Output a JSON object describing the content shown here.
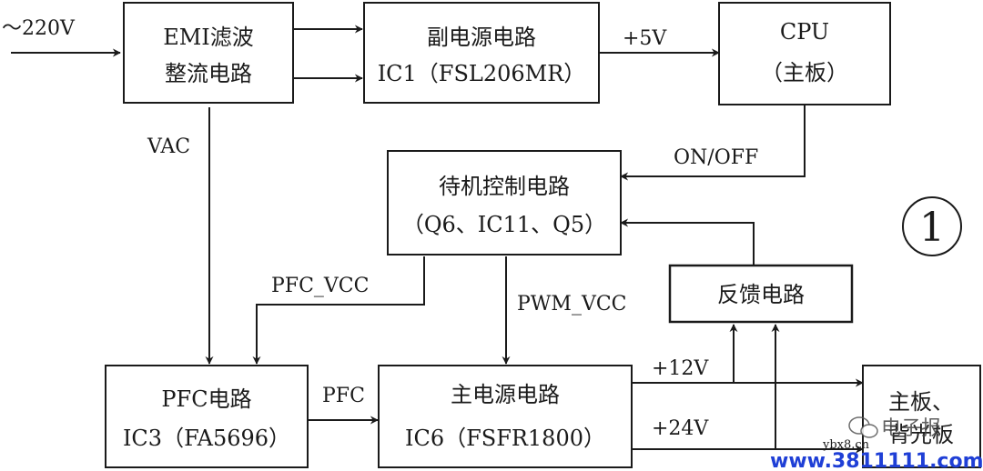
{
  "input_label": "～220V",
  "boxes": {
    "emi": {
      "line1": "EMI滤波",
      "line2": "整流电路"
    },
    "aux": {
      "line1": "副电源电路",
      "line2": "IC1（FSL206MR）"
    },
    "cpu": {
      "line1": "CPU",
      "line2": "（主板）"
    },
    "standby": {
      "line1": "待机控制电路",
      "line2": "（Q6、IC11、Q5）"
    },
    "feedback": {
      "line1": "反馈电路"
    },
    "pfc": {
      "line1": "PFC电路",
      "line2": "IC3（FA5696）"
    },
    "main_psu": {
      "line1": "主电源电路",
      "line2": "IC6（FSFR1800）"
    },
    "mainboard": {
      "line1": "主板、",
      "line2": "背光板"
    }
  },
  "edge_labels": {
    "plus5v": "+5V",
    "vac": "VAC",
    "onoff": "ON/OFF",
    "pfc_vcc": "PFC_VCC",
    "pwm_vcc": "PWM_VCC",
    "pfc": "PFC",
    "plus12v": "+12V",
    "plus24v": "+24V"
  },
  "figure_number": "1",
  "watermarks": {
    "wechat_name": "电子报",
    "site_small": "ybx8.cn",
    "site_url": "www.3811111.com"
  }
}
